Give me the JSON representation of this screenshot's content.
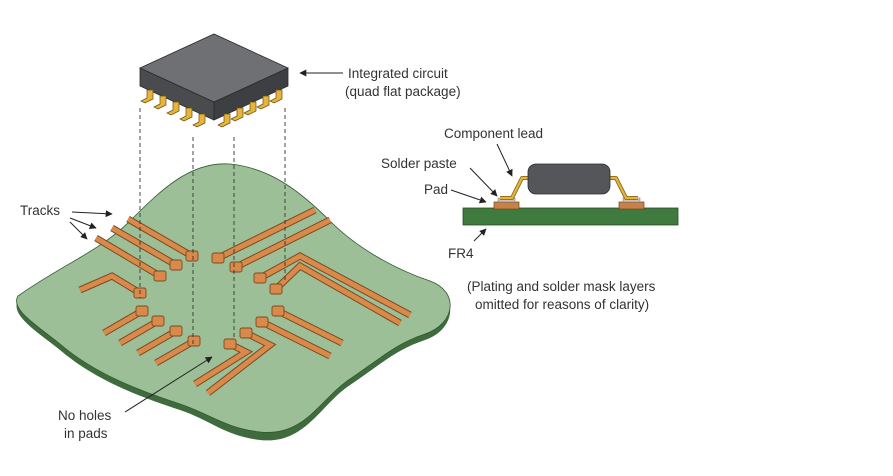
{
  "colors": {
    "board_top": "#9dbf98",
    "board_edge": "#3f6b3f",
    "copper": "#d98a4a",
    "copper_edge": "#7a4a22",
    "ic_top": "#6f7074",
    "ic_side": "#4e4f53",
    "lead": "#e6b43a",
    "fr4": "#3f7a3f",
    "paste": "#c9c2b6",
    "text": "#333333"
  },
  "labels": {
    "ic_line1": "Integrated circuit",
    "ic_line2": "(quad flat package)",
    "tracks": "Tracks",
    "no_holes_line1": "No holes",
    "no_holes_line2": "in pads",
    "component_lead": "Component lead",
    "solder_paste": "Solder paste",
    "pad": "Pad",
    "fr4": "FR4",
    "note_line1": "(Plating and solder mask layers",
    "note_line2": "omitted for reasons of clarity)"
  }
}
